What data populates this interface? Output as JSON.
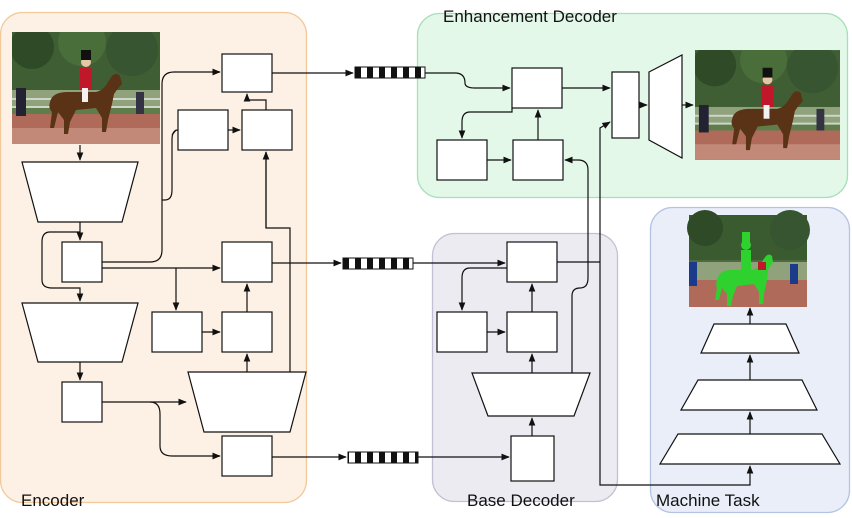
{
  "labels": {
    "encoder": "Encoder",
    "enhancement_decoder": "Enhancement Decoder",
    "base_decoder": "Base Decoder",
    "machine_task": "Machine Task"
  },
  "colors": {
    "encoder_fill": "#fdf0e4",
    "encoder_stroke": "#f2c99b",
    "enhancement_fill": "#e4f8ea",
    "enhancement_stroke": "#a6dfb8",
    "base_fill": "#ecebf2",
    "base_stroke": "#c3c0d6",
    "machine_fill": "#e9eef9",
    "machine_stroke": "#b5c3e3",
    "segmentation_overlay": "#2fd12f",
    "rider_coat": "#c0182a"
  },
  "icons": {
    "input_image": "photo-horse-rider-icon",
    "output_image": "photo-horse-rider-icon",
    "segmentation_image": "photo-segmentation-icon",
    "bitstream": "bitstream-icon"
  }
}
